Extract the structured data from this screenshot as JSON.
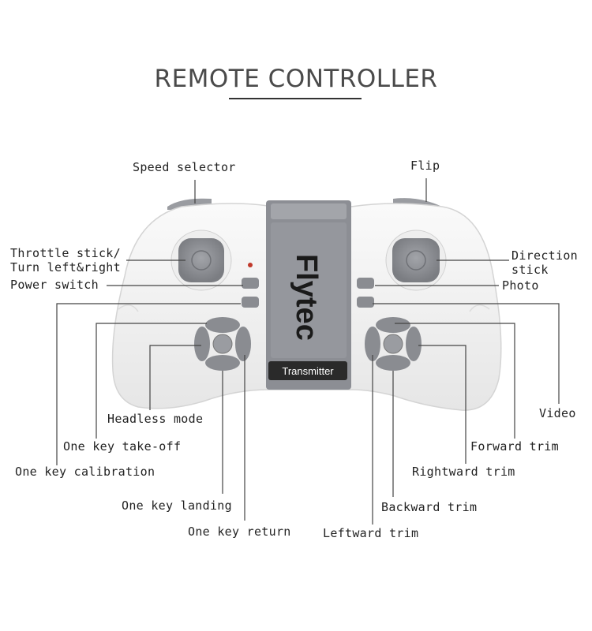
{
  "title": "REMOTE CONTROLLER",
  "brand": "Flytec",
  "transmitter_label": "Transmitter",
  "labels": {
    "speed_selector": "Speed selector",
    "flip": "Flip",
    "throttle_line1": "Throttle stick/",
    "throttle_line2": "Turn left&right",
    "power_switch": "Power switch",
    "direction_line1": "Direction",
    "direction_line2": "stick",
    "photo": "Photo",
    "video": "Video",
    "headless_mode": "Headless mode",
    "take_off": "One key take-off",
    "calibration": "One key calibration",
    "landing": "One key landing",
    "return": "One key return",
    "forward_trim": "Forward trim",
    "rightward_trim": "Rightward trim",
    "backward_trim": "Backward trim",
    "leftward_trim": "Leftward trim"
  },
  "colors": {
    "controller_body": "#f4f4f4",
    "button_gray": "#8a8c91",
    "phone_holder": "#8e9096",
    "text": "#222222"
  }
}
